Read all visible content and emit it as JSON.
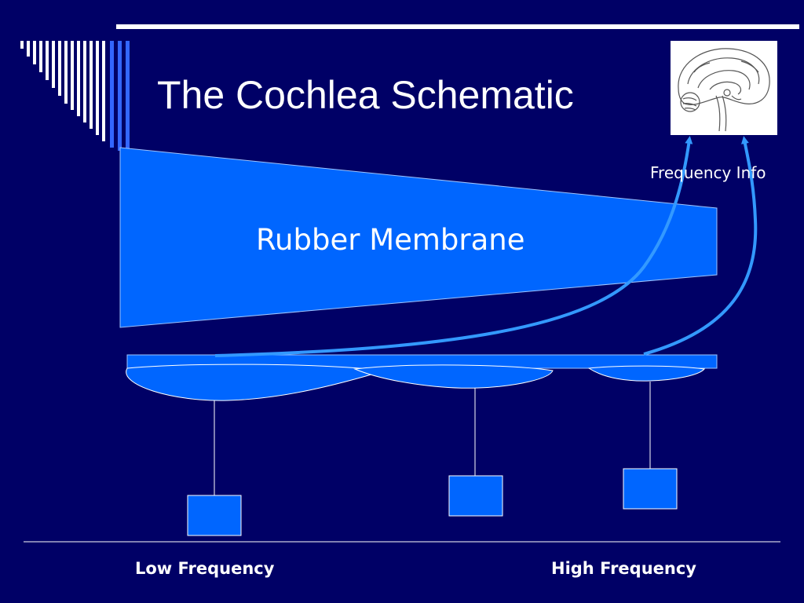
{
  "slide": {
    "title": "The Cochlea Schematic",
    "membrane_label": "Rubber Membrane",
    "frequency_info_label": "Frequency Info",
    "low_frequency_label": "Low Frequency",
    "high_frequency_label": "High Frequency"
  },
  "colors": {
    "background": "#000066",
    "shape_fill": "#0066ff",
    "arrow": "#3399ff",
    "line": "#ffffff",
    "stripe_white": "#ffffff",
    "stripe_blue": "#3366ff"
  },
  "icons": {
    "brain_image": "brain-sagittal-section-icon"
  }
}
